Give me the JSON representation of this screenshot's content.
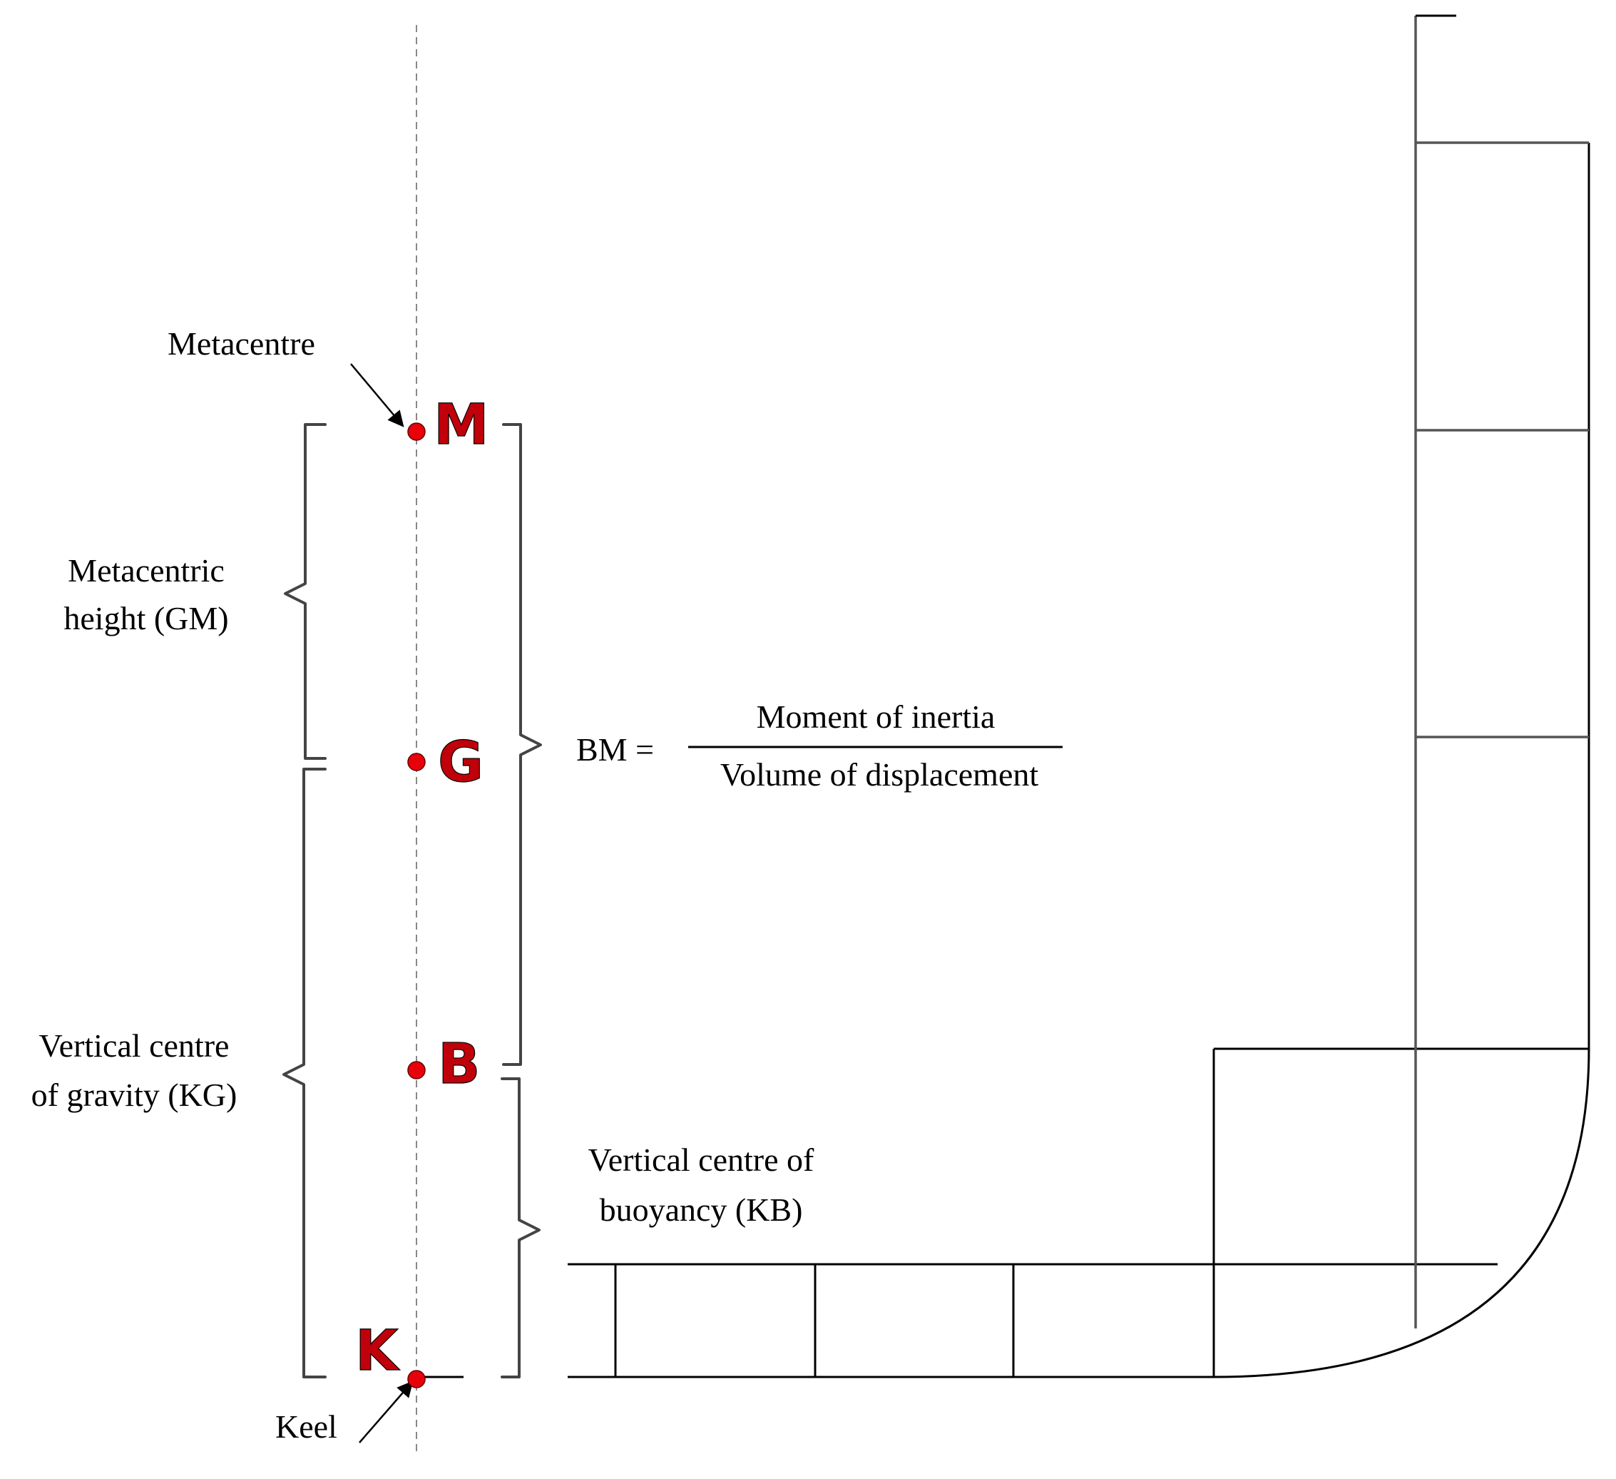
{
  "colors": {
    "point": "#e8000b",
    "letter": "#c0000a",
    "line": "#000000"
  },
  "points": {
    "M": "M",
    "G": "G",
    "B": "B",
    "K": "K"
  },
  "labels": {
    "metacentre": "Metacentre",
    "keel": "Keel",
    "gm_line1": "Metacentric",
    "gm_line2": "height (GM)",
    "kg_line1": "Vertical centre",
    "kg_line2": "of gravity (KG)",
    "kb_line1": "Vertical centre of",
    "kb_line2": "buoyancy (KB)"
  },
  "formula": {
    "lhs": "BM =",
    "numerator": "Moment of inertia",
    "denominator": "Volume of displacement"
  }
}
